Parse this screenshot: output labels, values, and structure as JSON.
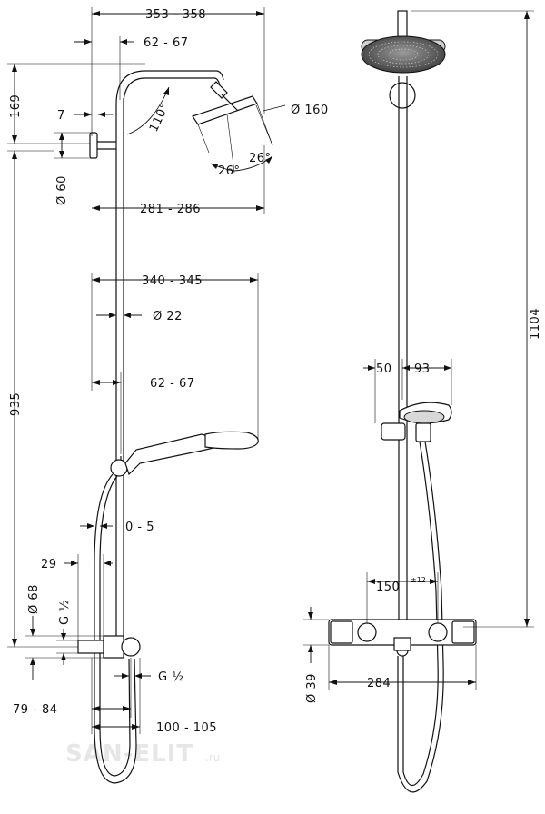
{
  "watermark": {
    "brand": "SAN-ELIT",
    "domain": ".ru"
  },
  "side_view": {
    "dims": {
      "top_width": "353 - 358",
      "arm_offset": "62 - 67",
      "arm_height": "169",
      "connector_gap": "7",
      "angle": "110°",
      "head_diameter": "Ø 160",
      "bracket_diameter": "Ø 60",
      "head_angle_left": "26°",
      "head_angle_right": "26°",
      "head_reach": "281 - 286",
      "hand_reach": "340 - 345",
      "rail_diameter": "Ø 22",
      "hand_offset": "62 - 67",
      "vertical_total": "935",
      "hose_gap": "0 - 5",
      "valve_depth": "29",
      "valve_diameter": "Ø 68",
      "thread_vertical": "G ½",
      "thread_lower": "G ½",
      "wall_min": "79 - 84",
      "wall_max": "100 - 105"
    }
  },
  "front_view": {
    "dims": {
      "total_height": "1104",
      "left_offset": "50",
      "right_offset": "93",
      "center_distance": "150",
      "center_tolerance": "±12",
      "thermostat_diameter": "Ø 39",
      "thermostat_width": "284"
    }
  }
}
